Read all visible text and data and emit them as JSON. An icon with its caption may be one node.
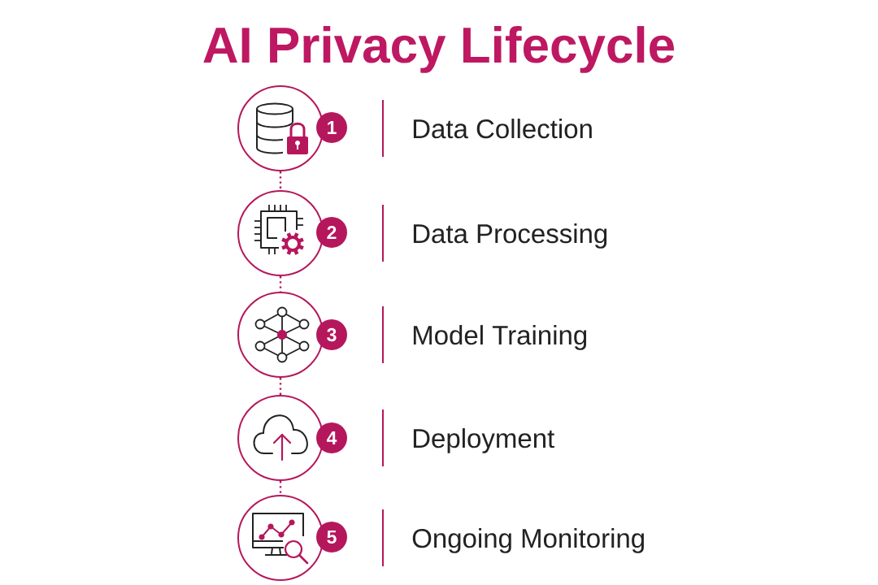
{
  "diagram": {
    "title": "AI Privacy Lifecycle",
    "nodes": [
      {
        "text": [],
        "shape": "circle",
        "beside": [
          "Data Collection"
        ]
      },
      {
        "text": [
          "1"
        ]
      },
      {
        "text": [],
        "shape": "circle",
        "beside": [
          "Data Processing"
        ]
      },
      {
        "text": [
          "2"
        ]
      },
      {
        "text": [],
        "shape": "circle",
        "beside": [
          "Model Training"
        ]
      },
      {
        "text": [
          "3"
        ]
      },
      {
        "text": [],
        "shape": "circle",
        "beside": [
          "Deployment"
        ]
      },
      {
        "text": [
          "4"
        ]
      },
      {
        "text": [],
        "shape": "circle",
        "beside": [
          "Ongoing Monitoring"
        ]
      },
      {
        "text": [
          "5"
        ]
      }
    ],
    "edges": [
      {
        "from": 0,
        "to": 2,
        "arrow": "none",
        "style": "dashed"
      },
      {
        "from": 2,
        "to": 4,
        "arrow": "none",
        "style": "dashed"
      },
      {
        "from": 4,
        "to": 6,
        "arrow": "none",
        "style": "dashed"
      },
      {
        "from": 6,
        "to": 8,
        "arrow": "none",
        "style": "dashed"
      }
    ]
  }
}
